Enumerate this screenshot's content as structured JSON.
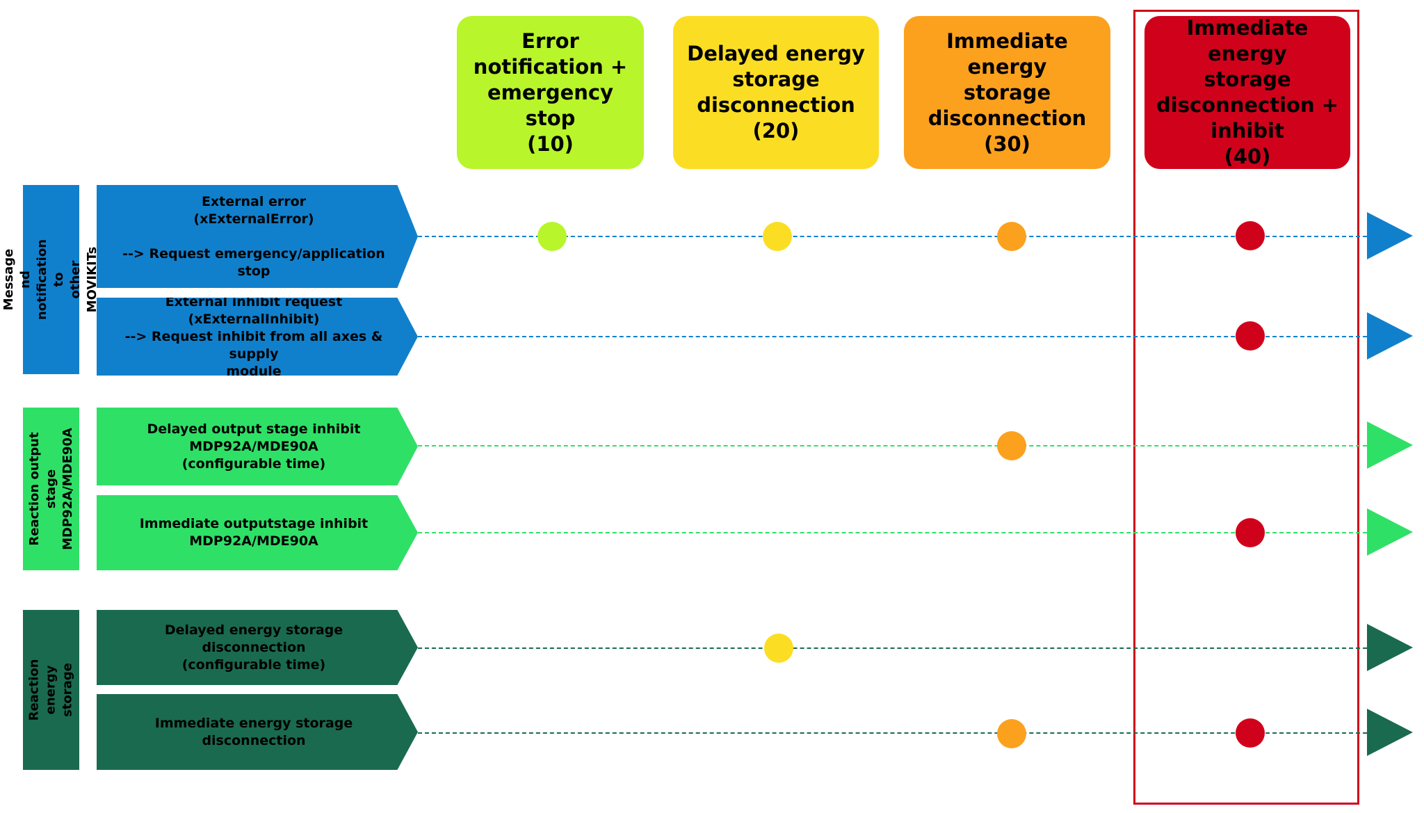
{
  "colors": {
    "blue": "#1180cc",
    "green": "#2fe067",
    "darkgreen": "#1a6a50",
    "level10": "#b8f52a",
    "level20": "#fbde24",
    "level30": "#fca11e",
    "level40": "#d0021b",
    "highlight_border": "#d0021b"
  },
  "levels": [
    {
      "id": "10",
      "label": "Error\nnotification +\nemergency stop\n(10)",
      "color": "#b8f52a",
      "text_color": "#000000"
    },
    {
      "id": "20",
      "label": "Delayed energy\nstorage\ndisconnection\n(20)",
      "color": "#fbde24",
      "text_color": "#000000"
    },
    {
      "id": "30",
      "label": "Immediate energy\nstorage\ndisconnection\n(30)",
      "color": "#fca11e",
      "text_color": "#000000"
    },
    {
      "id": "40",
      "label": "Immediate energy\nstorage\ndisconnection +\ninhibit\n(40)",
      "color": "#d0021b",
      "text_color": "#000000"
    }
  ],
  "groups": [
    {
      "label": "Message nd notification to\nother MOVIKITs",
      "color": "#1180cc"
    },
    {
      "label": "Reaction output stage\nMDP92A/MDE90A",
      "color": "#2fe067"
    },
    {
      "label": "Reaction energy\nstorage",
      "color": "#1a6a50"
    }
  ],
  "rows": [
    {
      "label": "External error\n(xExternalError)\n\n--> Request emergency/application stop",
      "color": "#1180cc",
      "dots": [
        "10",
        "20",
        "30",
        "40"
      ]
    },
    {
      "label": "External inhibit request\n(xExternalInhibit)\n--> Request inhibit from all axes & supply\nmodule",
      "color": "#1180cc",
      "dots": [
        "40"
      ]
    },
    {
      "label": "Delayed output stage inhibit\nMDP92A/MDE90A\n(configurable time)",
      "color": "#2fe067",
      "dots": [
        "30"
      ]
    },
    {
      "label": "Immediate outputstage inhibit\nMDP92A/MDE90A",
      "color": "#2fe067",
      "dots": [
        "40"
      ]
    },
    {
      "label": "Delayed energy storage disconnection\n(configurable time)",
      "color": "#1a6a50",
      "dots": [
        "20"
      ]
    },
    {
      "label": "Immediate energy storage disconnection",
      "color": "#1a6a50",
      "dots": [
        "30",
        "40"
      ]
    }
  ]
}
